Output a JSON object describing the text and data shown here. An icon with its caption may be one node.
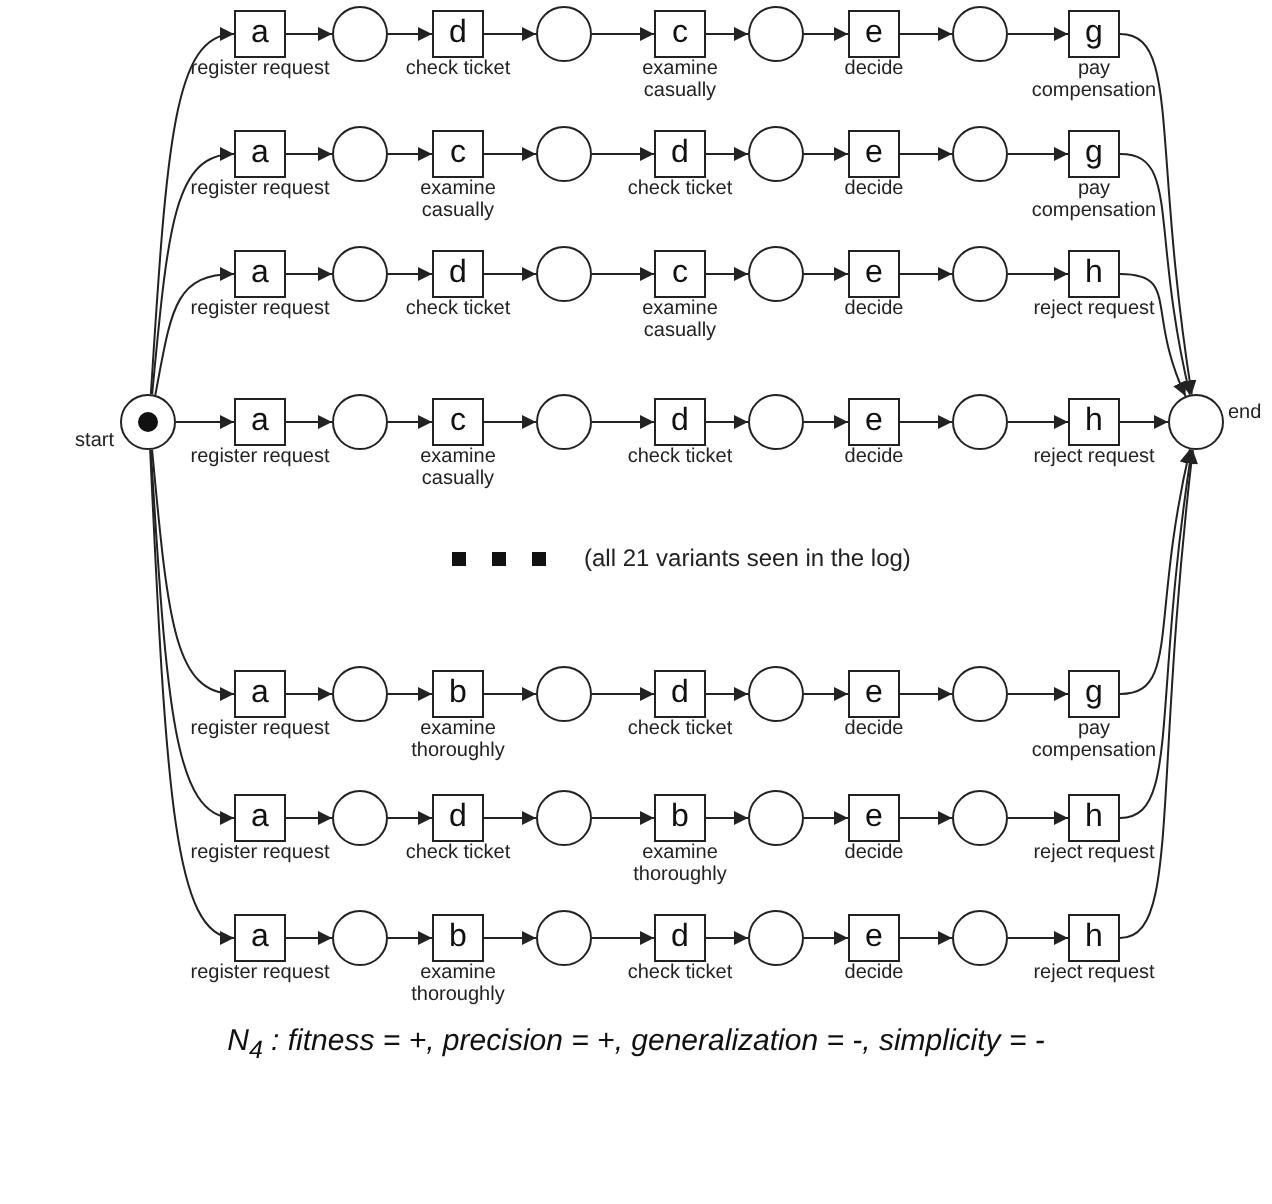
{
  "diagram": {
    "caption": "N$_{4}$ : fitness = +, precision = +, generalization = -, simplicity = -",
    "nodes": [
      {
        "text": [],
        "shape": "circle",
        "beside": [
          "start"
        ]
      },
      {
        "text": [
          "a"
        ],
        "beside": [
          "register request"
        ]
      },
      {
        "text": [],
        "shape": "circle"
      },
      {
        "text": [
          "d"
        ],
        "beside": [
          "check ticket"
        ]
      },
      {
        "text": [],
        "shape": "circle"
      },
      {
        "text": [
          "c"
        ],
        "beside": [
          "examine casually"
        ]
      },
      {
        "text": [],
        "shape": "circle"
      },
      {
        "text": [
          "e"
        ],
        "beside": [
          "decide"
        ]
      },
      {
        "text": [],
        "shape": "circle"
      },
      {
        "text": [
          "g"
        ],
        "beside": [
          "pay compensation"
        ]
      },
      {
        "text": [
          "a"
        ],
        "beside": [
          "register request"
        ]
      },
      {
        "text": [],
        "shape": "circle"
      },
      {
        "text": [
          "c"
        ],
        "beside": [
          "examine casually"
        ]
      },
      {
        "text": [],
        "shape": "circle"
      },
      {
        "text": [
          "d"
        ],
        "beside": [
          "check ticket"
        ]
      },
      {
        "text": [],
        "shape": "circle"
      },
      {
        "text": [
          "e"
        ],
        "beside": [
          "decide"
        ]
      },
      {
        "text": [],
        "shape": "circle"
      },
      {
        "text": [
          "g"
        ],
        "beside": [
          "pay compensation"
        ]
      },
      {
        "text": [
          "a"
        ],
        "beside": [
          "register request"
        ]
      },
      {
        "text": [],
        "shape": "circle"
      },
      {
        "text": [
          "d"
        ],
        "beside": [
          "check ticket"
        ]
      },
      {
        "text": [],
        "shape": "circle"
      },
      {
        "text": [
          "c"
        ],
        "beside": [
          "examine casually"
        ]
      },
      {
        "text": [],
        "shape": "circle"
      },
      {
        "text": [
          "e"
        ],
        "beside": [
          "decide"
        ]
      },
      {
        "text": [],
        "shape": "circle"
      },
      {
        "text": [
          "h"
        ],
        "beside": [
          "reject request"
        ]
      },
      {
        "text": [
          "a"
        ],
        "beside": [
          "register request"
        ]
      },
      {
        "text": [],
        "shape": "circle"
      },
      {
        "text": [
          "c"
        ],
        "beside": [
          "examine casually"
        ]
      },
      {
        "text": [],
        "shape": "circle"
      },
      {
        "text": [
          "d"
        ],
        "beside": [
          "check ticket"
        ]
      },
      {
        "text": [],
        "shape": "circle"
      },
      {
        "text": [
          "e"
        ],
        "beside": [
          "decide"
        ]
      },
      {
        "text": [],
        "shape": "circle"
      },
      {
        "text": [
          "h"
        ],
        "beside": [
          "reject request"
        ]
      },
      {
        "text": [
          "a"
        ],
        "beside": [
          "register request"
        ]
      },
      {
        "text": [],
        "shape": "circle"
      },
      {
        "text": [
          "b"
        ],
        "beside": [
          "examine thoroughly"
        ]
      },
      {
        "text": [],
        "shape": "circle"
      },
      {
        "text": [
          "d"
        ],
        "beside": [
          "check ticket"
        ]
      },
      {
        "text": [],
        "shape": "circle"
      },
      {
        "text": [
          "e"
        ],
        "beside": [
          "decide"
        ]
      },
      {
        "text": [],
        "shape": "circle"
      },
      {
        "text": [
          "g"
        ],
        "beside": [
          "pay compensation"
        ]
      },
      {
        "text": [
          "a"
        ],
        "beside": [
          "register request"
        ]
      },
      {
        "text": [],
        "shape": "circle"
      },
      {
        "text": [
          "d"
        ],
        "beside": [
          "check ticket"
        ]
      },
      {
        "text": [],
        "shape": "circle"
      },
      {
        "text": [
          "b"
        ],
        "beside": [
          "examine thoroughly"
        ]
      },
      {
        "text": [],
        "shape": "circle"
      },
      {
        "text": [
          "e"
        ],
        "beside": [
          "decide"
        ]
      },
      {
        "text": [],
        "shape": "circle"
      },
      {
        "text": [
          "h"
        ],
        "beside": [
          "reject request"
        ]
      },
      {
        "text": [
          "a"
        ],
        "beside": [
          "register request"
        ]
      },
      {
        "text": [],
        "shape": "circle"
      },
      {
        "text": [
          "b"
        ],
        "beside": [
          "examine thoroughly"
        ]
      },
      {
        "text": [],
        "shape": "circle"
      },
      {
        "text": [
          "d"
        ],
        "beside": [
          "check ticket"
        ]
      },
      {
        "text": [],
        "shape": "circle"
      },
      {
        "text": [
          "e"
        ],
        "beside": [
          "decide"
        ]
      },
      {
        "text": [],
        "shape": "circle"
      },
      {
        "text": [
          "h"
        ],
        "beside": [
          "reject request"
        ]
      },
      {
        "text": [],
        "shape": "circle",
        "beside": [
          "end"
        ]
      }
    ],
    "edges": [
      {
        "from": 0,
        "to": 1,
        "arrow": "to"
      },
      {
        "from": 1,
        "to": 2,
        "arrow": "to"
      },
      {
        "from": 2,
        "to": 3,
        "arrow": "to"
      },
      {
        "from": 3,
        "to": 4,
        "arrow": "to"
      },
      {
        "from": 4,
        "to": 5,
        "arrow": "to"
      },
      {
        "from": 5,
        "to": 6,
        "arrow": "to"
      },
      {
        "from": 6,
        "to": 7,
        "arrow": "to"
      },
      {
        "from": 7,
        "to": 8,
        "arrow": "to"
      },
      {
        "from": 8,
        "to": 9,
        "arrow": "to"
      },
      {
        "from": 9,
        "to": 64,
        "arrow": "to"
      },
      {
        "from": 0,
        "to": 10,
        "arrow": "to"
      },
      {
        "from": 10,
        "to": 11,
        "arrow": "to"
      },
      {
        "from": 11,
        "to": 12,
        "arrow": "to"
      },
      {
        "from": 12,
        "to": 13,
        "arrow": "to"
      },
      {
        "from": 13,
        "to": 14,
        "arrow": "to"
      },
      {
        "from": 14,
        "to": 15,
        "arrow": "to"
      },
      {
        "from": 15,
        "to": 16,
        "arrow": "to"
      },
      {
        "from": 16,
        "to": 17,
        "arrow": "to"
      },
      {
        "from": 17,
        "to": 18,
        "arrow": "to"
      },
      {
        "from": 18,
        "to": 64,
        "arrow": "to"
      },
      {
        "from": 0,
        "to": 19,
        "arrow": "to"
      },
      {
        "from": 19,
        "to": 20,
        "arrow": "to"
      },
      {
        "from": 20,
        "to": 21,
        "arrow": "to"
      },
      {
        "from": 21,
        "to": 22,
        "arrow": "to"
      },
      {
        "from": 22,
        "to": 23,
        "arrow": "to"
      },
      {
        "from": 23,
        "to": 24,
        "arrow": "to"
      },
      {
        "from": 24,
        "to": 25,
        "arrow": "to"
      },
      {
        "from": 25,
        "to": 26,
        "arrow": "to"
      },
      {
        "from": 26,
        "to": 27,
        "arrow": "to"
      },
      {
        "from": 27,
        "to": 64,
        "arrow": "to"
      },
      {
        "from": 0,
        "to": 28,
        "arrow": "to"
      },
      {
        "from": 28,
        "to": 29,
        "arrow": "to"
      },
      {
        "from": 29,
        "to": 30,
        "arrow": "to"
      },
      {
        "from": 30,
        "to": 31,
        "arrow": "to"
      },
      {
        "from": 31,
        "to": 32,
        "arrow": "to"
      },
      {
        "from": 32,
        "to": 33,
        "arrow": "to"
      },
      {
        "from": 33,
        "to": 34,
        "arrow": "to"
      },
      {
        "from": 34,
        "to": 35,
        "arrow": "to"
      },
      {
        "from": 35,
        "to": 36,
        "arrow": "to"
      },
      {
        "from": 36,
        "to": 64,
        "arrow": "to"
      },
      {
        "from": 0,
        "to": 37,
        "arrow": "to"
      },
      {
        "from": 37,
        "to": 38,
        "arrow": "to"
      },
      {
        "from": 38,
        "to": 39,
        "arrow": "to"
      },
      {
        "from": 39,
        "to": 40,
        "arrow": "to"
      },
      {
        "from": 40,
        "to": 41,
        "arrow": "to"
      },
      {
        "from": 41,
        "to": 42,
        "arrow": "to"
      },
      {
        "from": 42,
        "to": 43,
        "arrow": "to"
      },
      {
        "from": 43,
        "to": 44,
        "arrow": "to"
      },
      {
        "from": 44,
        "to": 45,
        "arrow": "to"
      },
      {
        "from": 45,
        "to": 64,
        "arrow": "to"
      },
      {
        "from": 0,
        "to": 46,
        "arrow": "to"
      },
      {
        "from": 46,
        "to": 47,
        "arrow": "to"
      },
      {
        "from": 47,
        "to": 48,
        "arrow": "to"
      },
      {
        "from": 48,
        "to": 49,
        "arrow": "to"
      },
      {
        "from": 49,
        "to": 50,
        "arrow": "to"
      },
      {
        "from": 50,
        "to": 51,
        "arrow": "to"
      },
      {
        "from": 51,
        "to": 52,
        "arrow": "to"
      },
      {
        "from": 52,
        "to": 53,
        "arrow": "to"
      },
      {
        "from": 53,
        "to": 54,
        "arrow": "to"
      },
      {
        "from": 54,
        "to": 64,
        "arrow": "to"
      },
      {
        "from": 0,
        "to": 55,
        "arrow": "to"
      },
      {
        "from": 55,
        "to": 56,
        "arrow": "to"
      },
      {
        "from": 56,
        "to": 57,
        "arrow": "to"
      },
      {
        "from": 57,
        "to": 58,
        "arrow": "to"
      },
      {
        "from": 58,
        "to": 59,
        "arrow": "to"
      },
      {
        "from": 59,
        "to": 60,
        "arrow": "to"
      },
      {
        "from": 60,
        "to": 61,
        "arrow": "to"
      },
      {
        "from": 61,
        "to": 62,
        "arrow": "to"
      },
      {
        "from": 62,
        "to": 63,
        "arrow": "to"
      },
      {
        "from": 63,
        "to": 64,
        "arrow": "to"
      }
    ],
    "labels": [
      "(all 21 variants seen in the log)"
    ]
  }
}
